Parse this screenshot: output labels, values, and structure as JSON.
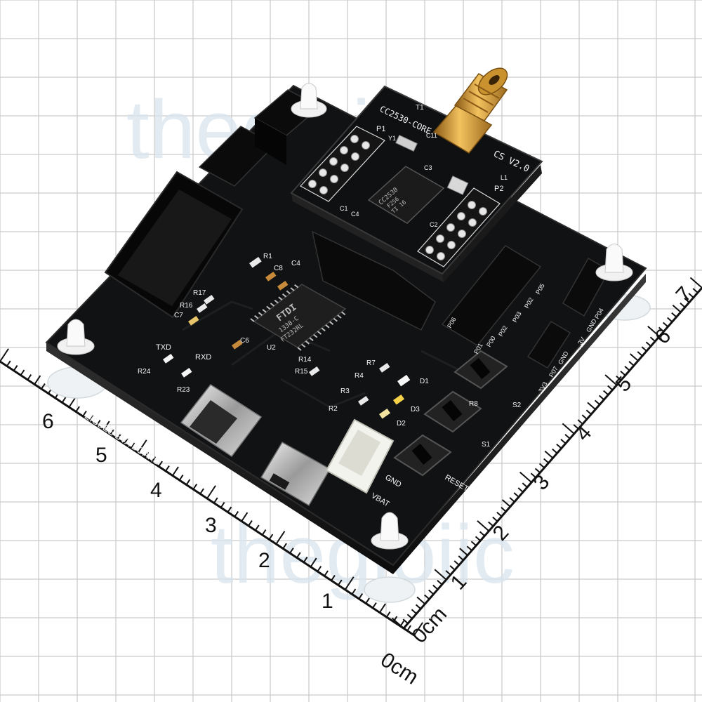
{
  "watermark": {
    "text": "thegioiic"
  },
  "ruler": {
    "left_origin": "0cm",
    "right_origin": "0cm",
    "left_ticks": [
      "1",
      "2",
      "3",
      "4",
      "5",
      "6"
    ],
    "right_ticks": [
      "1",
      "2",
      "3",
      "4",
      "5",
      "6",
      "7"
    ]
  },
  "main_board": {
    "title": "ZIGBEE EVA BOARD",
    "labels": {
      "txd": "TXD",
      "rxd": "RXD",
      "r1": "R1",
      "r2": "R2",
      "r3": "R3",
      "r4": "R4",
      "r7": "R7",
      "r8": "R8",
      "r14": "R14",
      "r15": "R15",
      "r16": "R16",
      "r17": "R17",
      "r23": "R23",
      "r24": "R24",
      "c4": "C4",
      "c6": "C6",
      "c7": "C7",
      "c8": "C8",
      "d1": "D1",
      "d2": "D2",
      "d3": "D3",
      "u2": "U2",
      "s1": "S1",
      "s2": "S2",
      "reset": "RESET",
      "gnd": "GND",
      "vbat": "VBAT",
      "hdr_right_a": "P04",
      "hdr_right_b": "GND",
      "hdr_right_c": "3V",
      "hdr_bottom_a": "3V3",
      "hdr_bottom_b": "P07",
      "hdr_bottom_c": "GND",
      "hdr_pins_a": "P05",
      "hdr_pins_b": "P02",
      "hdr_pins_c": "P03",
      "hdr_pins_d": "P06",
      "hdr_pins_e": "P02",
      "hdr_pins_f": "P00",
      "hdr_pins_g": "P01"
    },
    "ic_marking": {
      "brand": "FTDI",
      "line1": "1338-C",
      "line2": "FT232RL"
    }
  },
  "core_module": {
    "title": "CC2530-CORE",
    "version": "CS V2.0",
    "labels": {
      "p1": "P1",
      "p2": "P2",
      "t1": "T1",
      "y1": "Y1",
      "c1": "C1",
      "c2": "C2",
      "c3": "C3",
      "c4": "C4",
      "c11": "C11",
      "l1": "L1"
    },
    "chip_marking": {
      "line1": "CC2530",
      "line2": "F256",
      "line3": "TI 16"
    }
  }
}
